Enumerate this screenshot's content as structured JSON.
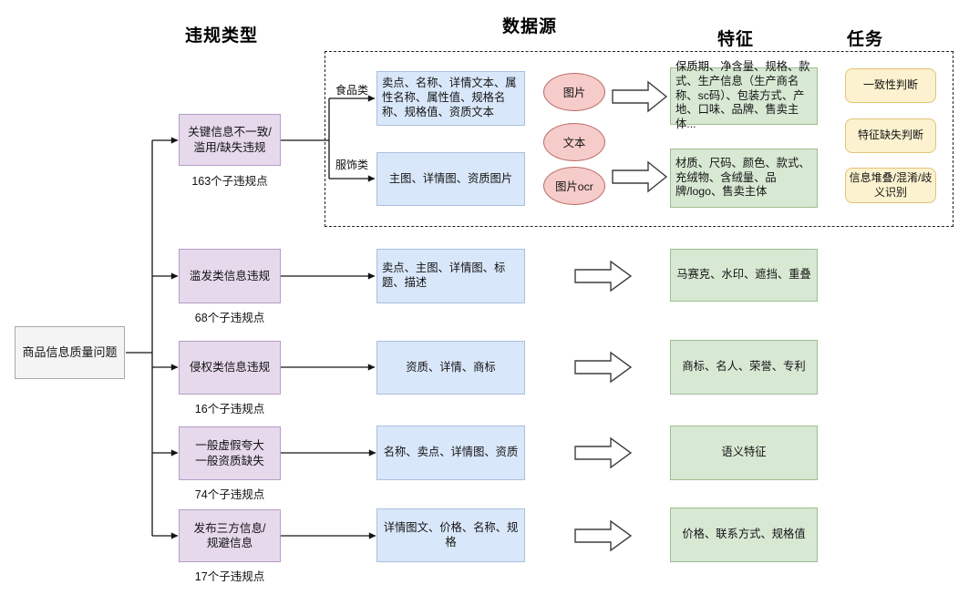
{
  "headers": {
    "violation_type": "违规类型",
    "data_source": "数据源",
    "feature": "特征",
    "task": "任务"
  },
  "root": {
    "label": "商品信息质量问题"
  },
  "violations": [
    {
      "label": "关键信息不一致/滥用/缺失违规",
      "count": "163个子违规点"
    },
    {
      "label": "滥发类信息违规",
      "count": "68个子违规点"
    },
    {
      "label": "侵权类信息违规",
      "count": "16个子违规点"
    },
    {
      "label": "一般虚假夸大\n一般资质缺失",
      "count": "74个子违规点"
    },
    {
      "label": "发布三方信息/\n规避信息",
      "count": "17个子违规点"
    }
  ],
  "category_labels": {
    "food": "食品类",
    "apparel": "服饰类"
  },
  "data_sources": [
    {
      "label": "卖点、名称、详情文本、属性名称、属性值、规格名称、规格值、资质文本"
    },
    {
      "label": "主图、详情图、资质图片"
    },
    {
      "label": "卖点、主图、详情图、标题、描述"
    },
    {
      "label": "资质、详情、商标"
    },
    {
      "label": "名称、卖点、详情图、资质"
    },
    {
      "label": "详情图文、价格、名称、规格"
    }
  ],
  "modalities": [
    {
      "label": "图片"
    },
    {
      "label": "文本"
    },
    {
      "label": "图片ocr"
    }
  ],
  "features": [
    {
      "label": "保质期、净含量、规格、款式、生产信息（生产商名称、sc码）、包装方式、产地、口味、品牌、售卖主体..."
    },
    {
      "label": "材质、尺码、颜色、款式、充绒物、含绒量、品牌/logo、售卖主体"
    },
    {
      "label": "马赛克、水印、遮挡、重叠"
    },
    {
      "label": "商标、名人、荣誉、专利"
    },
    {
      "label": "语义特征"
    },
    {
      "label": "价格、联系方式、规格值"
    }
  ],
  "tasks": [
    {
      "label": "一致性判断"
    },
    {
      "label": "特征缺失判断"
    },
    {
      "label": "信息堆叠/混淆/歧义识别"
    }
  ],
  "colors": {
    "violation_fill": "#E6D9EC",
    "violation_border": "#B49DC6",
    "source_fill": "#D9E7FA",
    "source_border": "#A9C0DE",
    "modality_fill": "#F6CCCA",
    "modality_border": "#BA6A65",
    "feature_fill": "#D7E8D3",
    "feature_border": "#9DBE90",
    "task_fill": "#FCF2CF",
    "task_border": "#E0C377",
    "root_fill": "#F4F4F4",
    "root_border": "#A8A8A8"
  }
}
